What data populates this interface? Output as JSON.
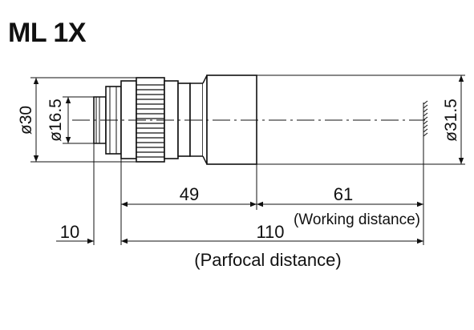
{
  "title": "ML 1X",
  "dims": {
    "dia_outer": "ø30",
    "dia_thread": "ø16.5",
    "dia_field": "ø31.5",
    "len_body": "49",
    "len_working": "61",
    "working_label": "(Working distance)",
    "len_thread": "10",
    "len_parfocal": "110",
    "parfocal_label": "(Parfocal distance)"
  },
  "colors": {
    "ink": "#111111",
    "body_fill": "#ffffff"
  }
}
